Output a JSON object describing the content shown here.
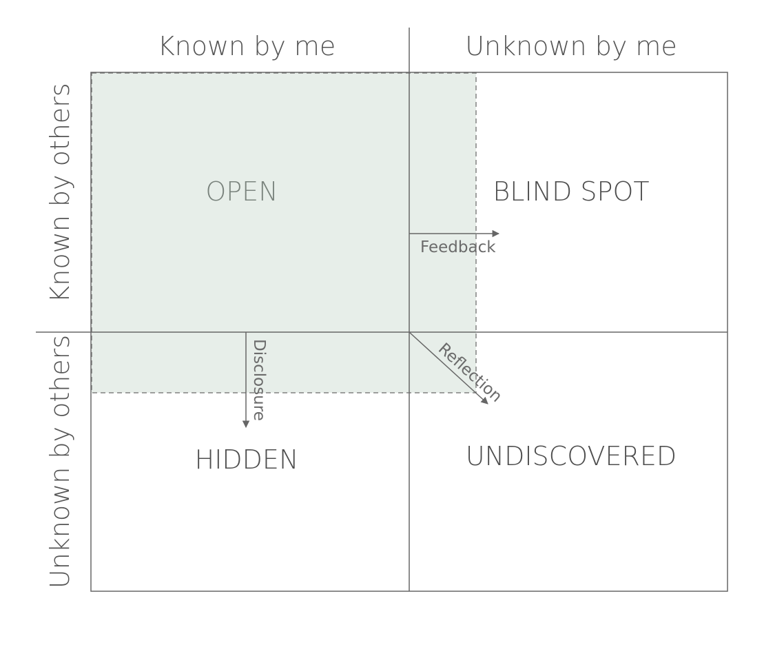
{
  "columns": {
    "left": "Known by me",
    "right": "Unknown by me"
  },
  "rows": {
    "top": "Known by others",
    "bottom": "Unknown by others"
  },
  "quadrants": {
    "open": "OPEN",
    "blind_spot": "BLIND SPOT",
    "hidden": "HIDDEN",
    "undiscovered": "UNDISCOVERED"
  },
  "arrows": {
    "feedback": "Feedback",
    "disclosure": "Disclosure",
    "reflection": "Reflection"
  },
  "colors": {
    "grid_line": "#666666",
    "open_fill": "#e7eee9",
    "dashed_border": "#808080"
  }
}
